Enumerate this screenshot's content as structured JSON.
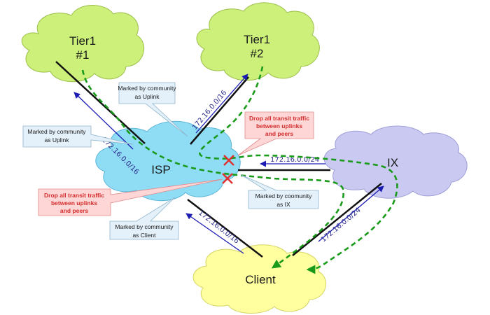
{
  "nodes": {
    "tier1_a": {
      "line1": "Tier1",
      "line2": "#1"
    },
    "tier1_b": {
      "line1": "Tier1",
      "line2": "#2"
    },
    "isp": {
      "label": "ISP"
    },
    "ix": {
      "label": "IX"
    },
    "client": {
      "label": "Client"
    }
  },
  "prefixes": {
    "tier1_a": "172.16.0.0/16",
    "tier1_b": "172.16.0.0/16",
    "ix": "172.16.0.0/24",
    "isp_client": "172.16.0.0/16",
    "client_ix": "172.16.0.0/24"
  },
  "callouts": {
    "uplink_top": {
      "line1": "Marked by community",
      "line2": "as Uplink"
    },
    "uplink_left": {
      "line1": "Marked by community",
      "line2": "as Uplink"
    },
    "ix": {
      "line1": "Marked by coomunity",
      "line2": "as IX"
    },
    "client": {
      "line1": "Marked by community",
      "line2": "as Client"
    }
  },
  "policies": {
    "top": {
      "line1": "Drop all transit traffic",
      "line2": "between uplinks",
      "line3": "and peers"
    },
    "left": {
      "line1": "Drop all transit traffic",
      "line2": "between uplinks",
      "line3": "and peers"
    }
  },
  "colors": {
    "tier1_fill": "#ccf07a",
    "isp_fill": "#8fdcf5",
    "ix_fill": "#c9c9f2",
    "client_fill": "#ffff9f",
    "callout_fill": "#e4f1fa",
    "policy_fill": "#ffd6d6",
    "dashed_path": "#1a9a1a",
    "arrow": "#1c1cb4",
    "drop_mark": "#e03030"
  }
}
